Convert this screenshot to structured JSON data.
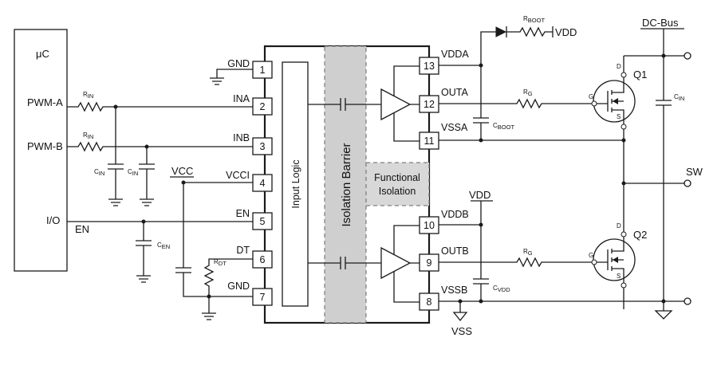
{
  "mcu": {
    "label": "μC",
    "pwm_a": "PWM-A",
    "pwm_b": "PWM-B",
    "io": "I/O"
  },
  "en_net": "EN",
  "components": {
    "rin_a": "R",
    "rin_a_sub": "IN",
    "rin_b": "R",
    "rin_b_sub": "IN",
    "cin1": "C",
    "cin1_sub": "IN",
    "cin2": "C",
    "cin2_sub": "IN",
    "cen": "C",
    "cen_sub": "EN",
    "rdt": "R",
    "rdt_sub": "DT",
    "vcc_label": "VCC",
    "rboot": "R",
    "rboot_sub": "BOOT",
    "vdd_top": "VDD",
    "cboot": "C",
    "cboot_sub": "BOOT",
    "rg1": "R",
    "rg1_sub": "G",
    "rg2": "R",
    "rg2_sub": "G",
    "vdd_mid": "VDD",
    "cvdd": "C",
    "cvdd_sub": "VDD",
    "vss": "VSS",
    "dc_bus": "DC-Bus",
    "cin3": "C",
    "cin3_sub": "IN",
    "sw": "SW",
    "q1": "Q1",
    "q2": "Q2",
    "gate": "G",
    "drain": "D",
    "source": "S"
  },
  "ic": {
    "input_logic": "Input Logic",
    "isolation_barrier": "Isolation Barrier",
    "functional_isolation_line1": "Functional",
    "functional_isolation_line2": "Isolation",
    "left_pins": [
      {
        "num": "1",
        "name": "GND"
      },
      {
        "num": "2",
        "name": "INA"
      },
      {
        "num": "3",
        "name": "INB"
      },
      {
        "num": "4",
        "name": "VCCI"
      },
      {
        "num": "5",
        "name": "EN"
      },
      {
        "num": "6",
        "name": "DT"
      },
      {
        "num": "7",
        "name": "GND"
      }
    ],
    "right_pins": [
      {
        "num": "13",
        "name": "VDDA"
      },
      {
        "num": "12",
        "name": "OUTA"
      },
      {
        "num": "11",
        "name": "VSSA"
      },
      {
        "num": "10",
        "name": "VDDB"
      },
      {
        "num": "9",
        "name": "OUTB"
      },
      {
        "num": "8",
        "name": "VSSB"
      }
    ]
  },
  "colors": {
    "line": "#1a1a1a",
    "barrier_fill": "#cfcfcf",
    "functional_fill": "#d8d8d8"
  }
}
